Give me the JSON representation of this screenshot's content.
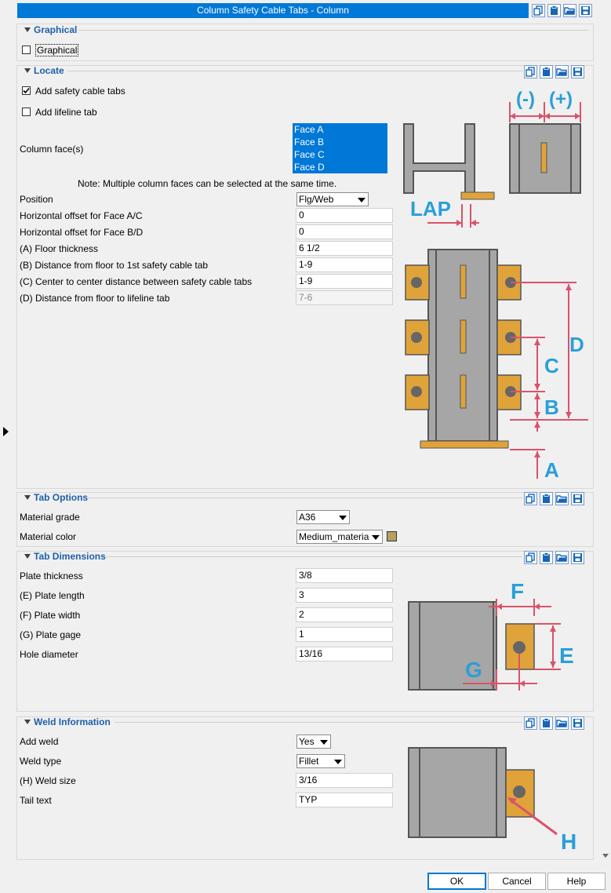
{
  "window": {
    "title": "Column Safety Cable Tabs - Column"
  },
  "sections": {
    "graphical": {
      "title": "Graphical",
      "checkbox_label": "Graphical",
      "checked": false
    },
    "locate": {
      "title": "Locate",
      "add_safety_cable_tabs": {
        "label": "Add safety cable tabs",
        "checked": true
      },
      "add_lifeline_tab": {
        "label": "Add lifeline tab",
        "checked": false
      },
      "column_faces_label": "Column face(s)",
      "column_faces": [
        "Face A",
        "Face B",
        "Face C",
        "Face D"
      ],
      "note": "Note: Multiple column faces can be selected at the same time.",
      "position": {
        "label": "Position",
        "value": "Flg/Web"
      },
      "fields": [
        {
          "label": "Horizontal offset for Face A/C",
          "value": "0"
        },
        {
          "label": "Horizontal offset for Face B/D",
          "value": "0"
        },
        {
          "label": "(A) Floor thickness",
          "value": "6 1/2"
        },
        {
          "label": "(B) Distance from floor to 1st safety cable tab",
          "value": "1-9"
        },
        {
          "label": "(C) Center to center distance between safety cable tabs",
          "value": "1-9"
        },
        {
          "label": "(D) Distance from floor to lifeline tab",
          "value": "7-6"
        }
      ],
      "diagram_labels": {
        "minus": "(-)",
        "plus": "(+)",
        "lap": "LAP",
        "a": "A",
        "b": "B",
        "c": "C",
        "d": "D"
      }
    },
    "tab_options": {
      "title": "Tab Options",
      "material_grade": {
        "label": "Material grade",
        "value": "A36"
      },
      "material_color": {
        "label": "Material color",
        "value": "Medium_materia"
      }
    },
    "tab_dimensions": {
      "title": "Tab Dimensions",
      "fields": [
        {
          "label": "Plate thickness",
          "value": "3/8"
        },
        {
          "label": "(E) Plate length",
          "value": "3"
        },
        {
          "label": "(F) Plate width",
          "value": "2"
        },
        {
          "label": "(G) Plate gage",
          "value": "1"
        },
        {
          "label": "Hole diameter",
          "value": "13/16"
        }
      ],
      "diagram_labels": {
        "e": "E",
        "f": "F",
        "g": "G"
      }
    },
    "weld_information": {
      "title": "Weld Information",
      "add_weld": {
        "label": "Add weld",
        "value": "Yes"
      },
      "weld_type": {
        "label": "Weld type",
        "value": "Fillet"
      },
      "weld_size": {
        "label": "(H) Weld size",
        "value": "3/16"
      },
      "tail_text": {
        "label": "Tail text",
        "value": "TYP"
      },
      "diagram_labels": {
        "h": "H"
      }
    }
  },
  "buttons": {
    "ok": "OK",
    "cancel": "Cancel",
    "help": "Help"
  },
  "colors": {
    "accent": "#0078d7",
    "tab_fill": "#e0a33a",
    "column_fill": "#a6a6a6",
    "dimension": "#d9536a",
    "diagram_label": "#2a9fd8",
    "header_text": "#1f5fa8",
    "material_swatch": "#b5a062"
  },
  "icons": [
    "copy-icon",
    "paste-icon",
    "open-folder-icon",
    "save-icon"
  ]
}
